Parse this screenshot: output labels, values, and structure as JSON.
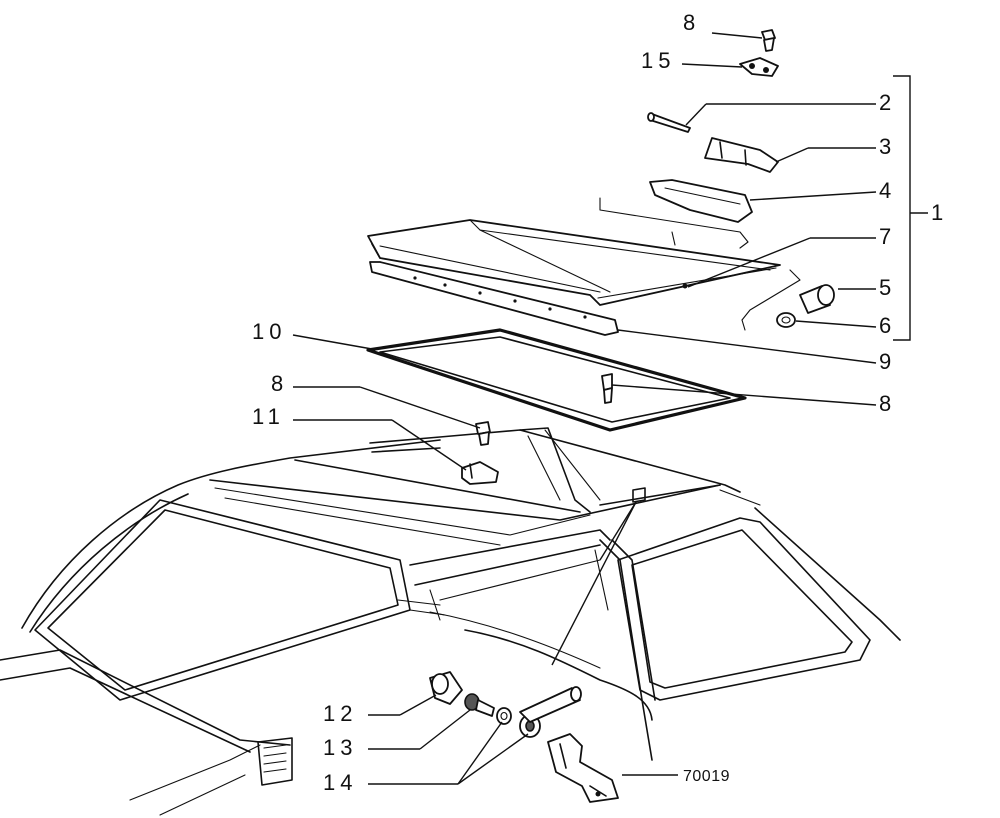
{
  "callouts": {
    "c1": "1",
    "c2": "2",
    "c3": "3",
    "c4": "4",
    "c5": "5",
    "c6": "6",
    "c7": "7",
    "c8_top": "8",
    "c8_right": "8",
    "c8_left": "8",
    "c9": "9",
    "c10": "10",
    "c11": "11",
    "c12": "12",
    "c13": "13",
    "c14": "14",
    "c15": "15"
  },
  "drawing_code": "70019"
}
